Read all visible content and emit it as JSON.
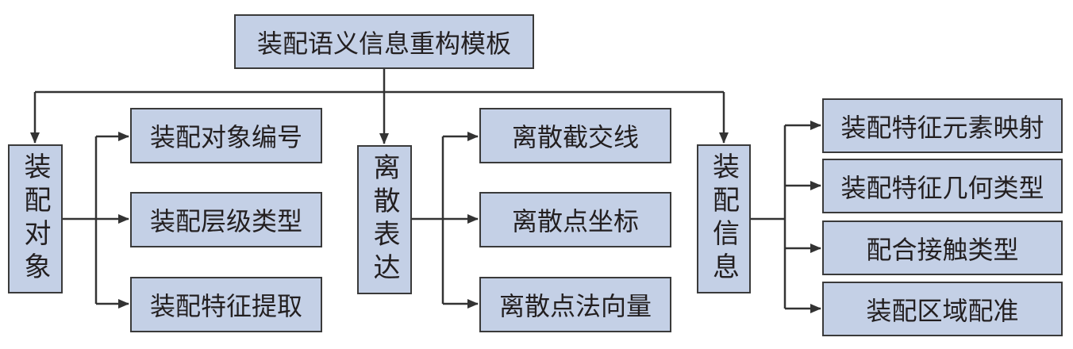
{
  "root": "装配语义信息重构模板",
  "groups": [
    {
      "label": "装配对象",
      "children": [
        "装配对象编号",
        "装配层级类型",
        "装配特征提取"
      ]
    },
    {
      "label": "离散表达",
      "children": [
        "离散截交线",
        "离散点坐标",
        "离散点法向量"
      ]
    },
    {
      "label": "装配信息",
      "children": [
        "装配特征元素映射",
        "装配特征几何类型",
        "配合接触类型",
        "装配区域配准"
      ]
    }
  ],
  "colors": {
    "box_fill": "#c4d0e6",
    "border": "#3a3a3a",
    "line": "#333333"
  }
}
